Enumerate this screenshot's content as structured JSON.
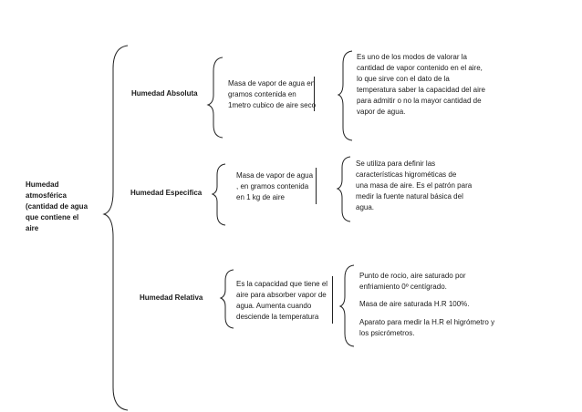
{
  "root": {
    "label": "Humedad\natmosférica\n(cantidad de agua\nque contiene el\naire"
  },
  "branches": [
    {
      "title": "Humedad Absoluta",
      "definition": "Masa de vapor de agua en\ngramos contenida en\n1metro cubico de aire seco",
      "notes": [
        "Es uno de los modos de valorar la\ncantidad de vapor contenido en el aire,\nlo que sirve con el dato de la\ntemperatura saber la capacidad del aire\npara admitir o no la mayor cantidad de\nvapor de agua."
      ]
    },
    {
      "title": "Humedad Especifica",
      "definition": "Masa de vapor de agua\n, en gramos contenida\nen 1 kg de aire",
      "notes": [
        "Se utiliza para definir las\ncaracterísticas  higrométicas de\nuna masa de aire. Es el patrón para\nmedir la fuente natural básica del\nagua."
      ]
    },
    {
      "title": "Humedad Relativa",
      "definition": "Es  la capacidad que tiene el\naire para absorber vapor de\nagua. Aumenta cuando\ndesciende la temperatura",
      "notes": [
        "Punto de rocio, aire saturado por\nenfriamiento 0º centígrado.",
        "Masa de aire saturada H.R 100%.",
        "Aparato para medir la H.R el higrómetro y\nlos psicrómetros."
      ]
    }
  ]
}
